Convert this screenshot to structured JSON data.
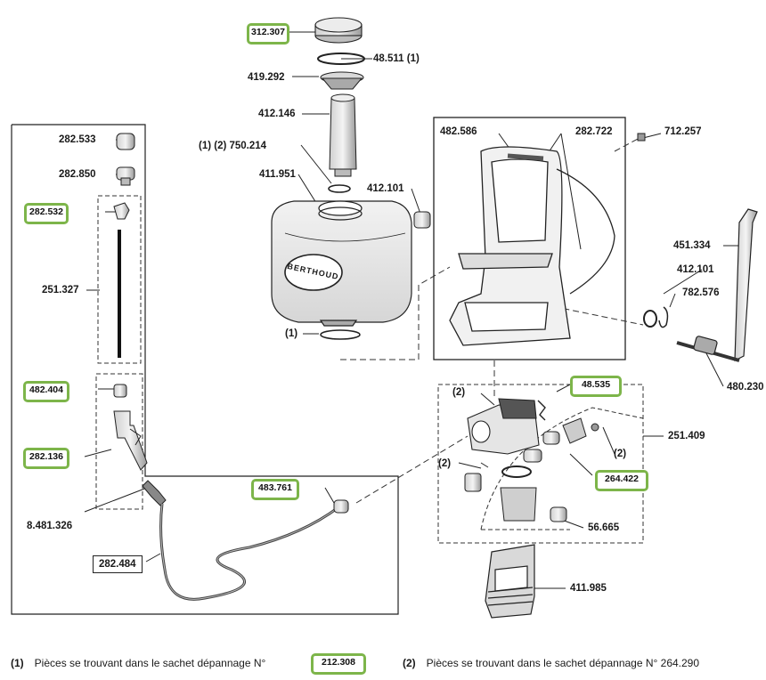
{
  "labels": {
    "top_cap": "312.307",
    "seal_ring": "48.511 (1)",
    "strainer": "419.292",
    "filter": "412.146",
    "oring_750": "(1) (2) 750.214",
    "tank": "411.951",
    "nut_412_top": "412.101",
    "oring_bottom": "(1)",
    "p282533": "282.533",
    "p282850": "282.850",
    "p282532": "282.532",
    "p251327": "251.327",
    "p482404": "482.404",
    "p282136": "282.136",
    "p8481326": "8.481.326",
    "p282484": "282.484",
    "p483761": "483.761",
    "p482586": "482.586",
    "p282722": "282.722",
    "p712257": "712.257",
    "p451334": "451.334",
    "p412101": "412.101",
    "p782576": "782.576",
    "p480230": "480.230",
    "p48535": "48.535",
    "p251409": "251.409",
    "p264422": "264.422",
    "p56665": "56.665",
    "p411985": "411.985",
    "m2a": "(2)",
    "m2b": "(2)",
    "m2c": "(2)"
  },
  "brand": "BERTHOUD",
  "footer": {
    "note1_marker": "(1)",
    "note1_text": "Pièces se trouvant dans le sachet dépannage N°",
    "note1_ref": "212.308",
    "note2_marker": "(2)",
    "note2_text": "Pièces se trouvant dans le sachet dépannage N° 264.290"
  },
  "colors": {
    "highlight": "#7db54a",
    "line": "#222222",
    "text": "#1a1a1a"
  }
}
